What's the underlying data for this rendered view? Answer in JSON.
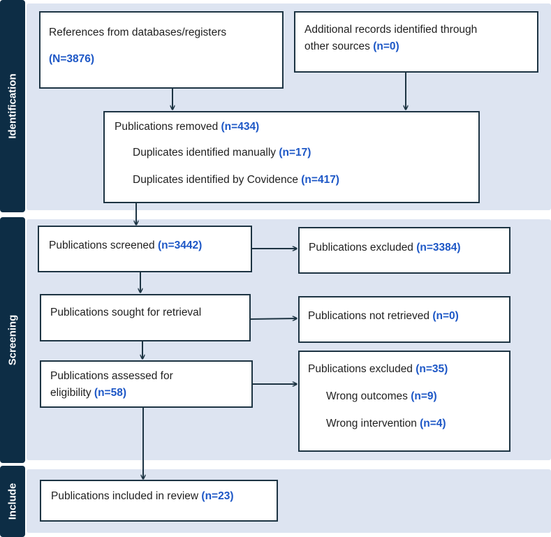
{
  "stages": {
    "identification": "Identification",
    "screening": "Screening",
    "include": "Include"
  },
  "identification": {
    "databases_label": "References from databases/registers",
    "databases_count": "(N=3876)",
    "other_line1": "Additional records identified through",
    "other_line2": "other sources",
    "other_count": "(n=0)",
    "removed_label": "Publications removed",
    "removed_count": "(n=434)",
    "dup_manual_label": "Duplicates identified manually",
    "dup_manual_count": "(n=17)",
    "dup_covidence_label": "Duplicates identified by Covidence",
    "dup_covidence_count": "(n=417)"
  },
  "screening": {
    "screened_label": "Publications screened",
    "screened_count": "(n=3442)",
    "excluded_label": "Publications excluded",
    "excluded_count": "(n=3384)",
    "sought_label": "Publications sought for retrieval",
    "not_retrieved_label": "Publications not retrieved",
    "not_retrieved_count": "(n=0)",
    "assessed_line1": "Publications assessed for",
    "assessed_line2": "eligibility",
    "assessed_count": "(n=58)",
    "excluded2_label": "Publications excluded",
    "excluded2_count": "(n=35)",
    "wrong_outcomes_label": "Wrong outcomes",
    "wrong_outcomes_count": "(n=9)",
    "wrong_intervention_label": "Wrong intervention",
    "wrong_intervention_count": "(n=4)"
  },
  "include": {
    "included_label": "Publications included in review",
    "included_count": "(n=23)"
  },
  "colors": {
    "sidebar": "#0d2d45",
    "stage_bg": "#dde4f1",
    "count": "#1d57c6",
    "border": "#1d3443"
  }
}
